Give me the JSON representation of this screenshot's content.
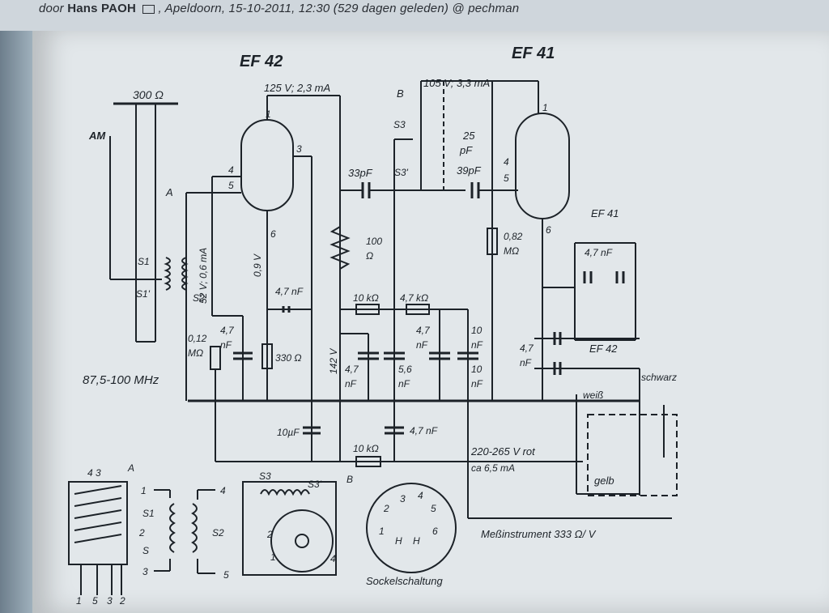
{
  "header": {
    "prefix": "door",
    "author": "Hans PAOH",
    "rest": ", Apeldoorn, 15-10-2011, 12:30 (529 dagen geleden) @ pechman"
  },
  "tubes": {
    "left": "EF 42",
    "right": "EF 41"
  },
  "labels": {
    "ant_ohm": "300 Ω",
    "am": "AM",
    "a": "A",
    "left_supply": "125 V; 2,3 mA",
    "right_supply": "105 V; 3,3 mA",
    "b": "B",
    "s3": "S3",
    "s3p": "S3'",
    "c25": "25",
    "pf": "pF",
    "c33": "33pF",
    "c39": "39pF",
    "pin1": "1",
    "pin3": "3",
    "pin4": "4",
    "pin5": "5",
    "pin6": "6",
    "r_left_pin1": "1",
    "r_pin4": "4",
    "r_pin5": "5",
    "r_pin6": "6",
    "v52": "52 V; 0,6 mA",
    "v09": "0,9 V",
    "s1": "S1",
    "s1p": "S1'",
    "s2": "S2",
    "r100": "100",
    "omega": "Ω",
    "r082": "0,82",
    "mohm": "MΩ",
    "c47_top": "4,7 nF",
    "r10k_a": "10 kΩ",
    "r47k": "4,7 kΩ",
    "r012": "0,12",
    "r012u": "MΩ",
    "c47_a": "4,7",
    "nf": "nF",
    "r330": "330 Ω",
    "v142": "142 V",
    "c47_b": "4,7",
    "c56": "5,6",
    "c47_c": "4,7",
    "c10_a": "10",
    "c10_b": "10",
    "c47_d": "4,7",
    "freq": "87,5-100 MHz",
    "ef41_small": "EF 41",
    "c47_pair": "4,7 nF",
    "ef42_small": "EF 42",
    "schwarz": "schwarz",
    "weiss": "weiß",
    "c10uf": "10µF",
    "c47_bottom": "4,7 nF",
    "r10k_b": "10 kΩ",
    "supply": "220-265 V rot",
    "supply_ma": "ca 6,5 mA",
    "gelb": "gelb",
    "meter": "Meßinstrument 333 Ω/ V",
    "sockel": "Sockelschaltung",
    "det_43": "4 3",
    "det_a": "A",
    "det_1": "1",
    "det_s1": "S1",
    "det_2": "2",
    "det_s": "S",
    "det_3": "3",
    "det_4": "4",
    "det_s2": "S2",
    "det_5": "5",
    "det_b1": "1",
    "det_b5": "5",
    "det_b3": "3",
    "det_b2": "2",
    "det_b": "B",
    "det_s3": "S3",
    "det_s3p": "S3'",
    "sw_2": "2",
    "sw_1": "1",
    "sw_4": "4",
    "sock_1": "1",
    "sock_2": "2",
    "sock_3": "3",
    "sock_4": "4",
    "sock_5": "5",
    "sock_6": "6",
    "sock_h1": "H",
    "sock_h2": "H"
  },
  "colors": {
    "ink": "#1c2228",
    "paper": "#e2e7ea"
  }
}
